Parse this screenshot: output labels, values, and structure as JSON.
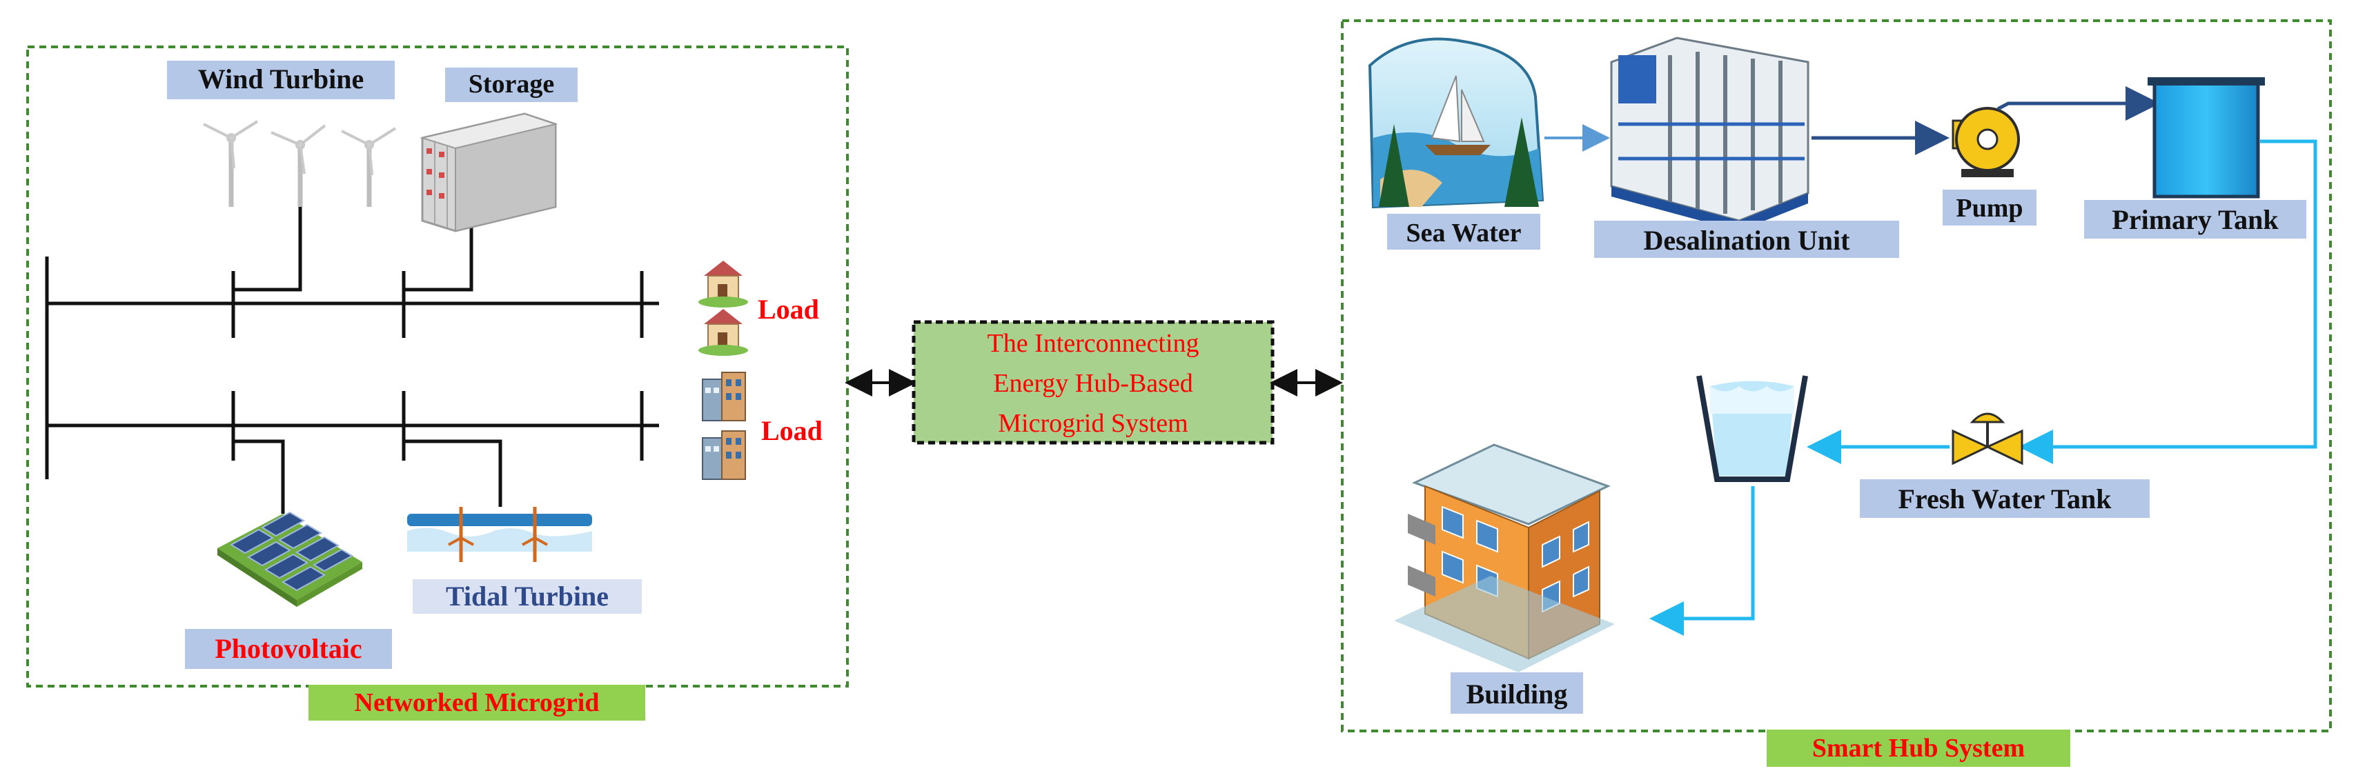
{
  "microgrid": {
    "title": "Networked Microgrid",
    "wind_label": "Wind Turbine",
    "storage_label": "Storage",
    "load_top": "Load",
    "load_bottom": "Load",
    "pv_label": "Photovoltaic",
    "tidal_label": "Tidal Turbine"
  },
  "hub_box": {
    "line1": "The Interconnecting",
    "line2": "Energy Hub-Based",
    "line3": "Microgrid System"
  },
  "smart_hub": {
    "title": "Smart Hub System",
    "sea_water": "Sea Water",
    "desal": "Desalination Unit",
    "pump": "Pump",
    "primary_tank": "Primary Tank",
    "fresh_tank": "Fresh Water Tank",
    "building": "Building"
  },
  "colors": {
    "frame": "#3f8a2e",
    "label_bg": "#b4c7e7",
    "title_bg": "#92d050",
    "red": "#ff0000",
    "water_line": "#22b8f0",
    "bus_line": "#111111"
  }
}
